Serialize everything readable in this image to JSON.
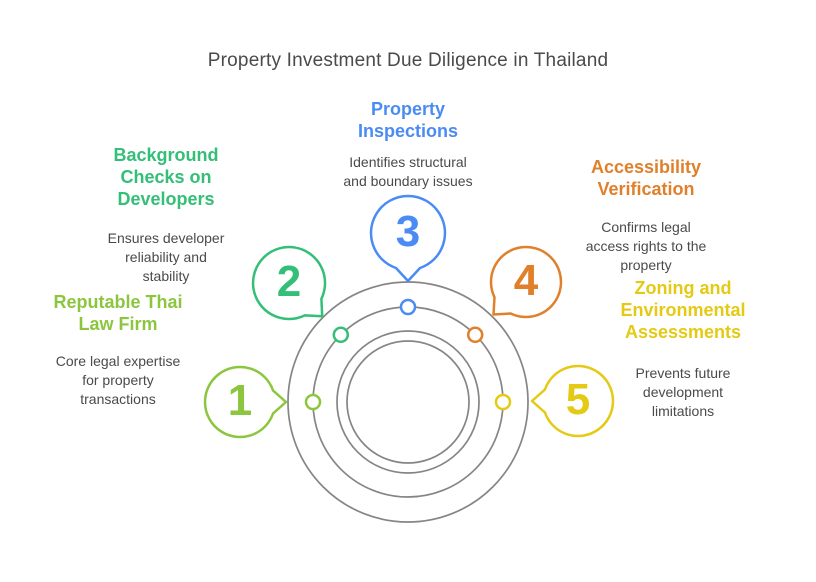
{
  "title": "Property Investment Due Diligence in Thailand",
  "colors": {
    "ring_gray": "#858585",
    "body_text": "#4a4a4a",
    "background": "#ffffff"
  },
  "steps": [
    {
      "number": "1",
      "label": "Reputable Thai\nLaw Firm",
      "description": "Core legal expertise\nfor property\ntransactions",
      "color": "#8cc63f"
    },
    {
      "number": "2",
      "label": "Background\nChecks on\nDevelopers",
      "description": "Ensures developer\nreliability and\nstability",
      "color": "#33bf77"
    },
    {
      "number": "3",
      "label": "Property\nInspections",
      "description": "Identifies structural\nand boundary issues",
      "color": "#4b8bf4"
    },
    {
      "number": "4",
      "label": "Accessibility\nVerification",
      "description": "Confirms legal\naccess rights to the\nproperty",
      "color": "#e0802b"
    },
    {
      "number": "5",
      "label": "Zoning and\nEnvironmental\nAssessments",
      "description": "Prevents future\ndevelopment\nlimitations",
      "color": "#e4ca15"
    }
  ]
}
